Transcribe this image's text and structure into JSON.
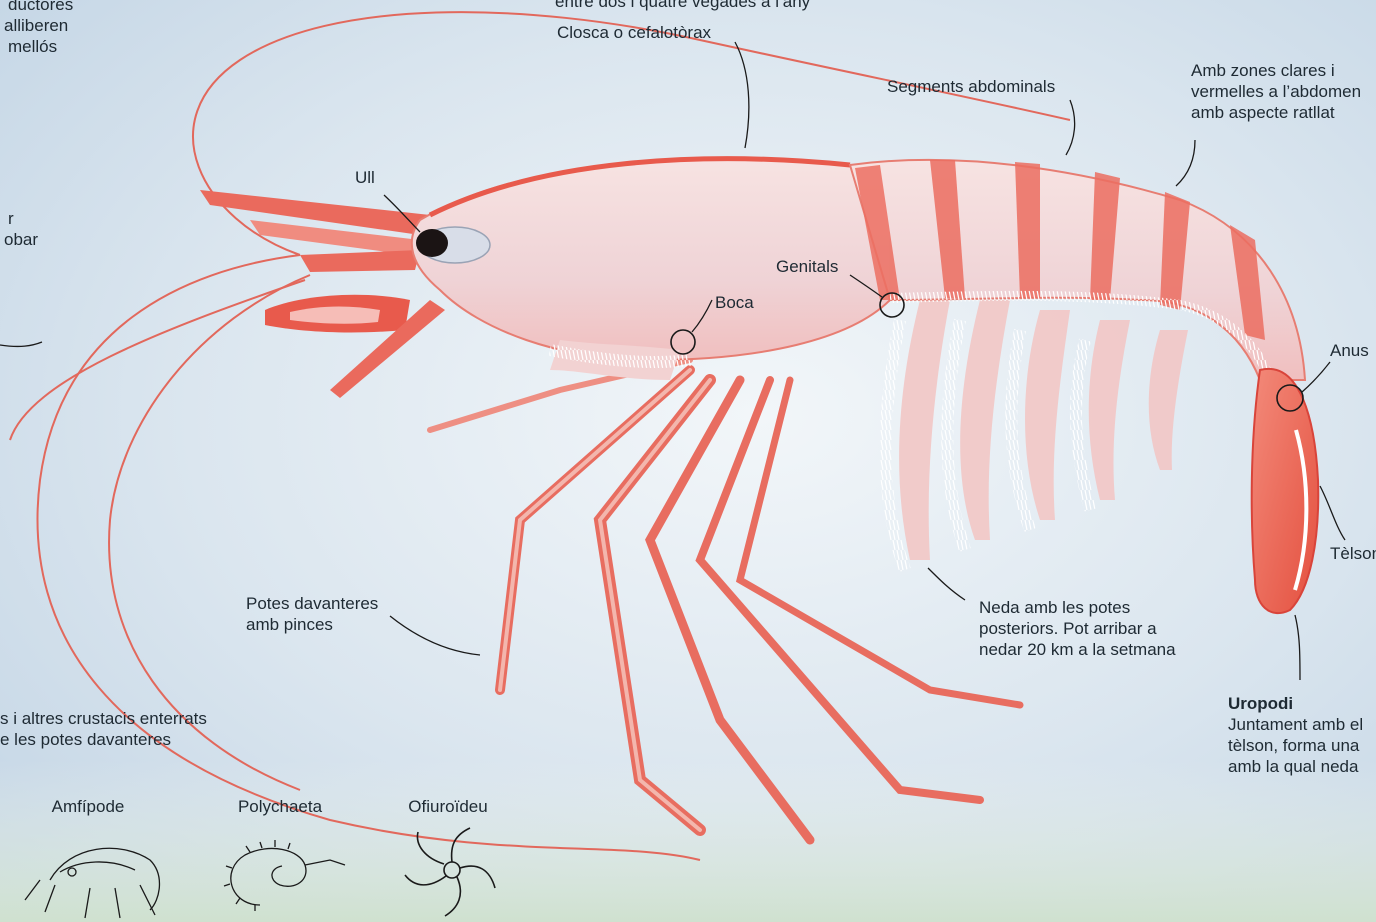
{
  "labels": {
    "top_partial": "entre dos i quatre vegades a l’any",
    "closca": "Closca o cefalotòrax",
    "segments": "Segments abdominals",
    "zones_1": "Amb zones clares i",
    "zones_2": "vermelles a l’abdomen",
    "zones_3": "amb aspecte ratllat",
    "ull": "Ull",
    "genitals": "Genitals",
    "boca": "Boca",
    "anus": "Anus",
    "telson": "Tèlson",
    "potes_dav_1": "Potes davanteres",
    "potes_dav_2": "amb pinces",
    "neda_1": "Neda amb les potes",
    "neda_2": "posteriors. Pot arribar a",
    "neda_3": "nedar 20 km a la setmana",
    "uropodi_title": "Uropodi",
    "uropodi_1": "Juntament amb el",
    "uropodi_2": "tèlson, forma una",
    "uropodi_3": "amb la qual neda",
    "left_top_1": "ductores",
    "left_top_2": "alliberen",
    "left_top_3": "mellós",
    "left_mid_1": "r",
    "left_mid_2": "obar",
    "bottom_1": "s i altres crustacis enterrats",
    "bottom_2": "e les potes davanteres"
  },
  "prey": [
    {
      "label": "Amfípode",
      "icon": "amphipod-icon"
    },
    {
      "label": "Polychaeta",
      "icon": "polychaete-icon"
    },
    {
      "label": "Ofiuroïdeu",
      "icon": "brittle-star-icon"
    }
  ],
  "colors": {
    "shell": "#f4dede",
    "accent": "#ea5b4e",
    "accent_dark": "#d9443a",
    "water": "#c9dae9"
  }
}
